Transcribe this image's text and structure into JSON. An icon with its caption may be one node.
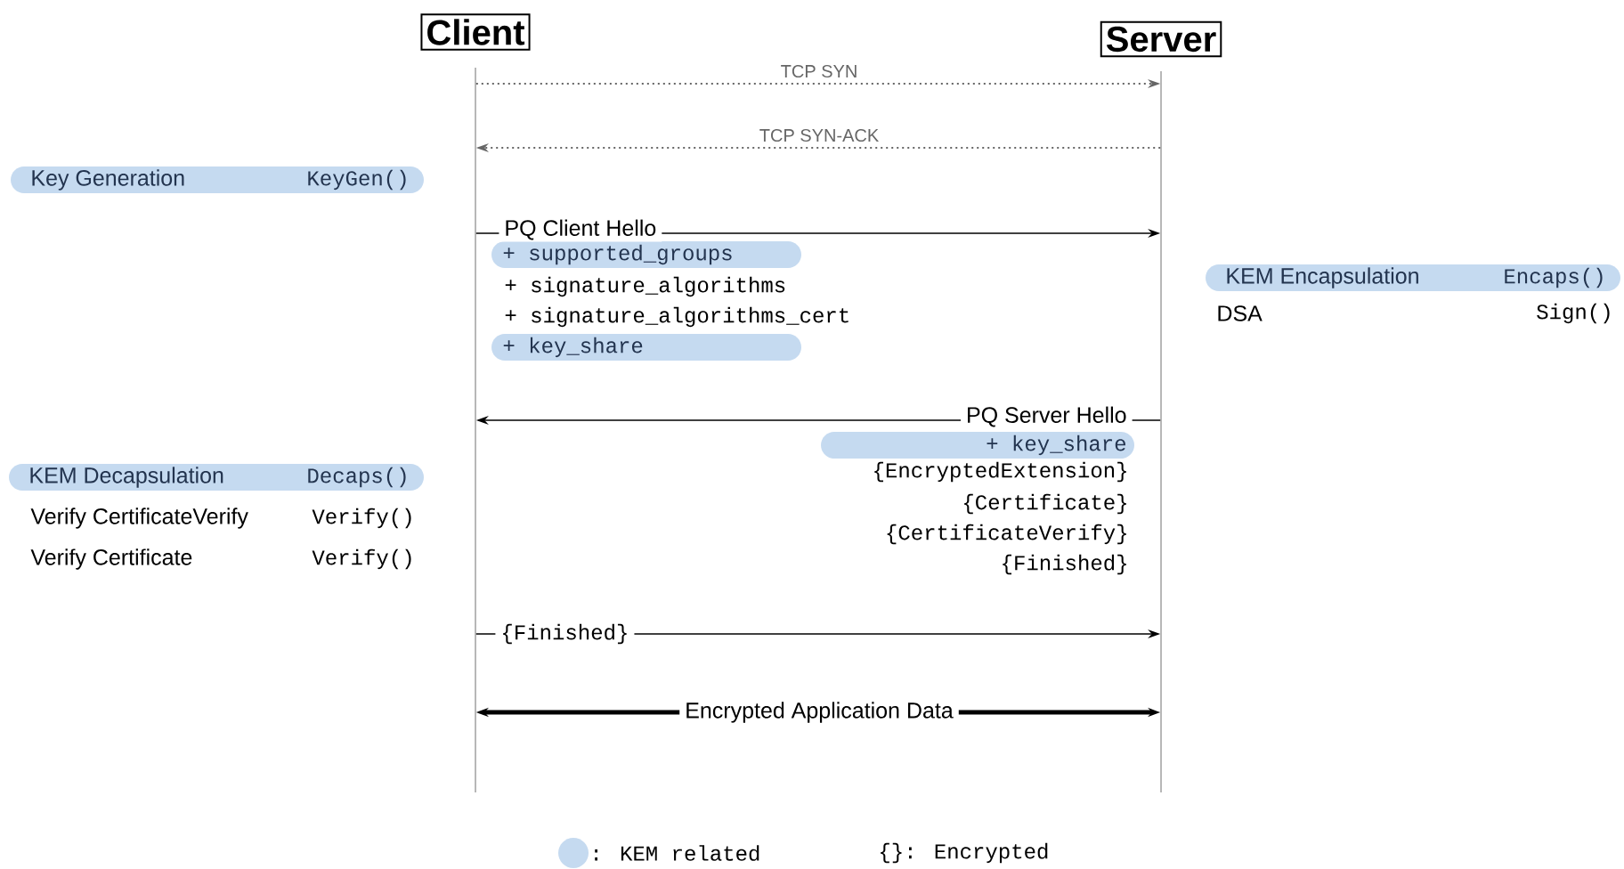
{
  "diagram": {
    "nodes": [
      {
        "text": [
          "Client"
        ]
      },
      {
        "text": [
          "Server"
        ]
      },
      {
        "text": [
          "Key Generation",
          "KeyGen()"
        ]
      },
      {
        "text": [
          "+ supported_groups"
        ]
      },
      {
        "text": [
          "+ key_share"
        ]
      },
      {
        "text": [
          "KEM Encapsulation",
          "Encaps()"
        ]
      },
      {
        "text": [
          "+ key_share"
        ]
      },
      {
        "text": [
          "KEM Decapsulation",
          "Decaps()"
        ]
      }
    ],
    "edges": [
      {
        "from": 0,
        "to": 1,
        "arrow": "to",
        "label": "TCP SYN",
        "style": "dashed",
        "color": "#666666"
      },
      {
        "from": 1,
        "to": 0,
        "arrow": "to",
        "label": "TCP SYN-ACK",
        "style": "dashed",
        "color": "#666666"
      },
      {
        "from": 0,
        "to": 1,
        "arrow": "to",
        "label": "PQ Client Hello"
      },
      {
        "from": 1,
        "to": 0,
        "arrow": "to",
        "label": "PQ Server Hello"
      },
      {
        "from": 0,
        "to": 1,
        "arrow": "to",
        "label": "{Finished}"
      },
      {
        "from": 0,
        "to": 1,
        "arrow": "both",
        "label": "Encrypted Application Data",
        "style": "thick"
      }
    ],
    "labels": [
      "+ signature_algorithms",
      "+ signature_algorithms_cert",
      "DSA",
      "Sign()",
      "{EncryptedExtension}",
      "{Certificate}",
      "Verify CertificateVerify",
      "Verify()",
      "{CertificateVerify}",
      "Verify Certificate",
      "Verify()",
      "{Finished}",
      "{}: Encrypted"
    ],
    "legend": [
      {
        "text": ": KEM related",
        "color": "#c5daf0"
      }
    ]
  }
}
